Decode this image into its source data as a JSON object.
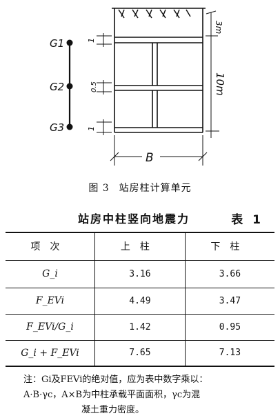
{
  "figure": {
    "labels": {
      "g1": "G1",
      "g2": "G2",
      "g3": "G3",
      "dim_top": "3m",
      "dim_total": "10m",
      "dim_1a": "1",
      "dim_05": "0.5",
      "dim_1b": "1",
      "span": "B"
    },
    "caption_number": "图 3",
    "caption_text": "站房柱计算单元"
  },
  "table": {
    "title": "站房中柱竖向地震力",
    "label": "表 1",
    "headers": [
      "项次",
      "上柱",
      "下柱"
    ],
    "rows": [
      {
        "item": "G_i",
        "upper": "3.16",
        "lower": "3.66"
      },
      {
        "item": "F_EVi",
        "upper": "4.49",
        "lower": "3.47"
      },
      {
        "item": "F_EVi/G_i",
        "upper": "1.42",
        "lower": "0.95"
      },
      {
        "item": "G_i + F_EVi",
        "upper": "7.65",
        "lower": "7.13"
      }
    ]
  },
  "note": {
    "line1": "注：Gi及FEVi的绝对值，应为表中数字乘以：",
    "line2": "A·B·γc，A×B为中柱承载平面面积，γc为混",
    "line3": "凝土重力密度。"
  }
}
